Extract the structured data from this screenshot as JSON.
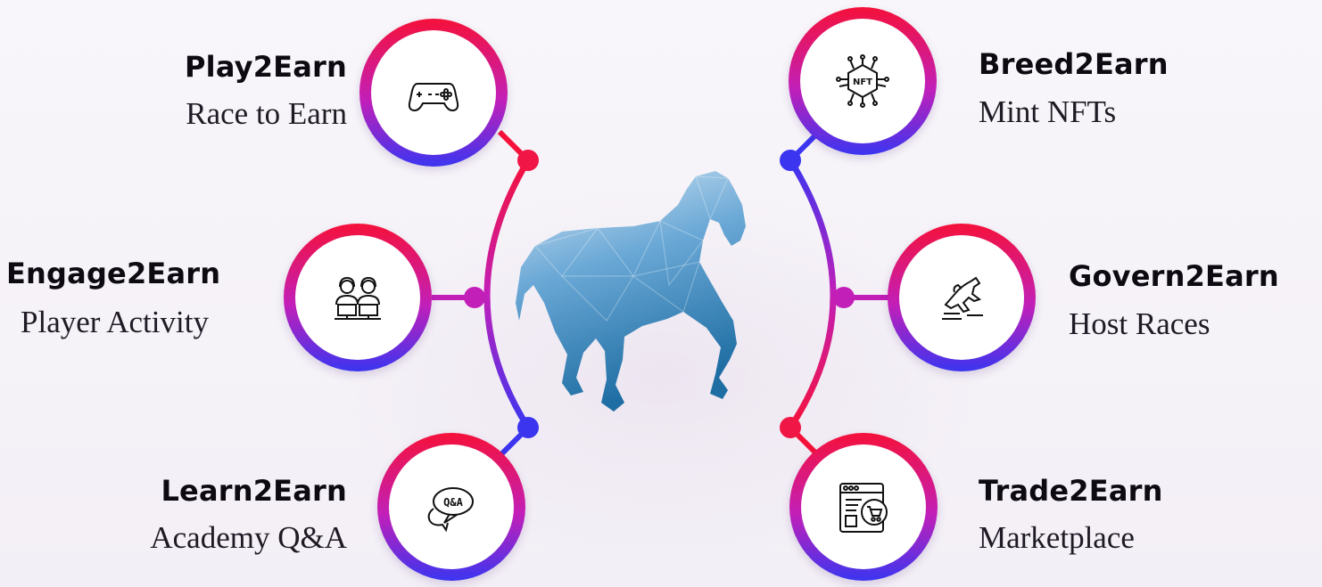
{
  "center": {
    "image": "horse-low-poly-icon",
    "colors": [
      "#cfe3f2",
      "#6aa8d6",
      "#2f7fb8",
      "#1f6ea3"
    ]
  },
  "gradient": {
    "top": "#f5113a",
    "middle": "#c21fb8",
    "bottom": "#3b35f0"
  },
  "left": [
    {
      "title": "Play2Earn",
      "subtitle": "Race to Earn",
      "icon": "gamepad-icon"
    },
    {
      "title": "Engage2Earn",
      "subtitle": "Player Activity",
      "icon": "support-agents-icon"
    },
    {
      "title": "Learn2Earn",
      "subtitle": "Academy Q&A",
      "icon": "qa-chat-icon"
    }
  ],
  "right": [
    {
      "title": "Breed2Earn",
      "subtitle": "Mint NFTs",
      "icon": "nft-chip-icon"
    },
    {
      "title": "Govern2Earn",
      "subtitle": "Host Races",
      "icon": "horse-jumping-icon"
    },
    {
      "title": "Trade2Earn",
      "subtitle": "Marketplace",
      "icon": "marketplace-cart-icon"
    }
  ]
}
